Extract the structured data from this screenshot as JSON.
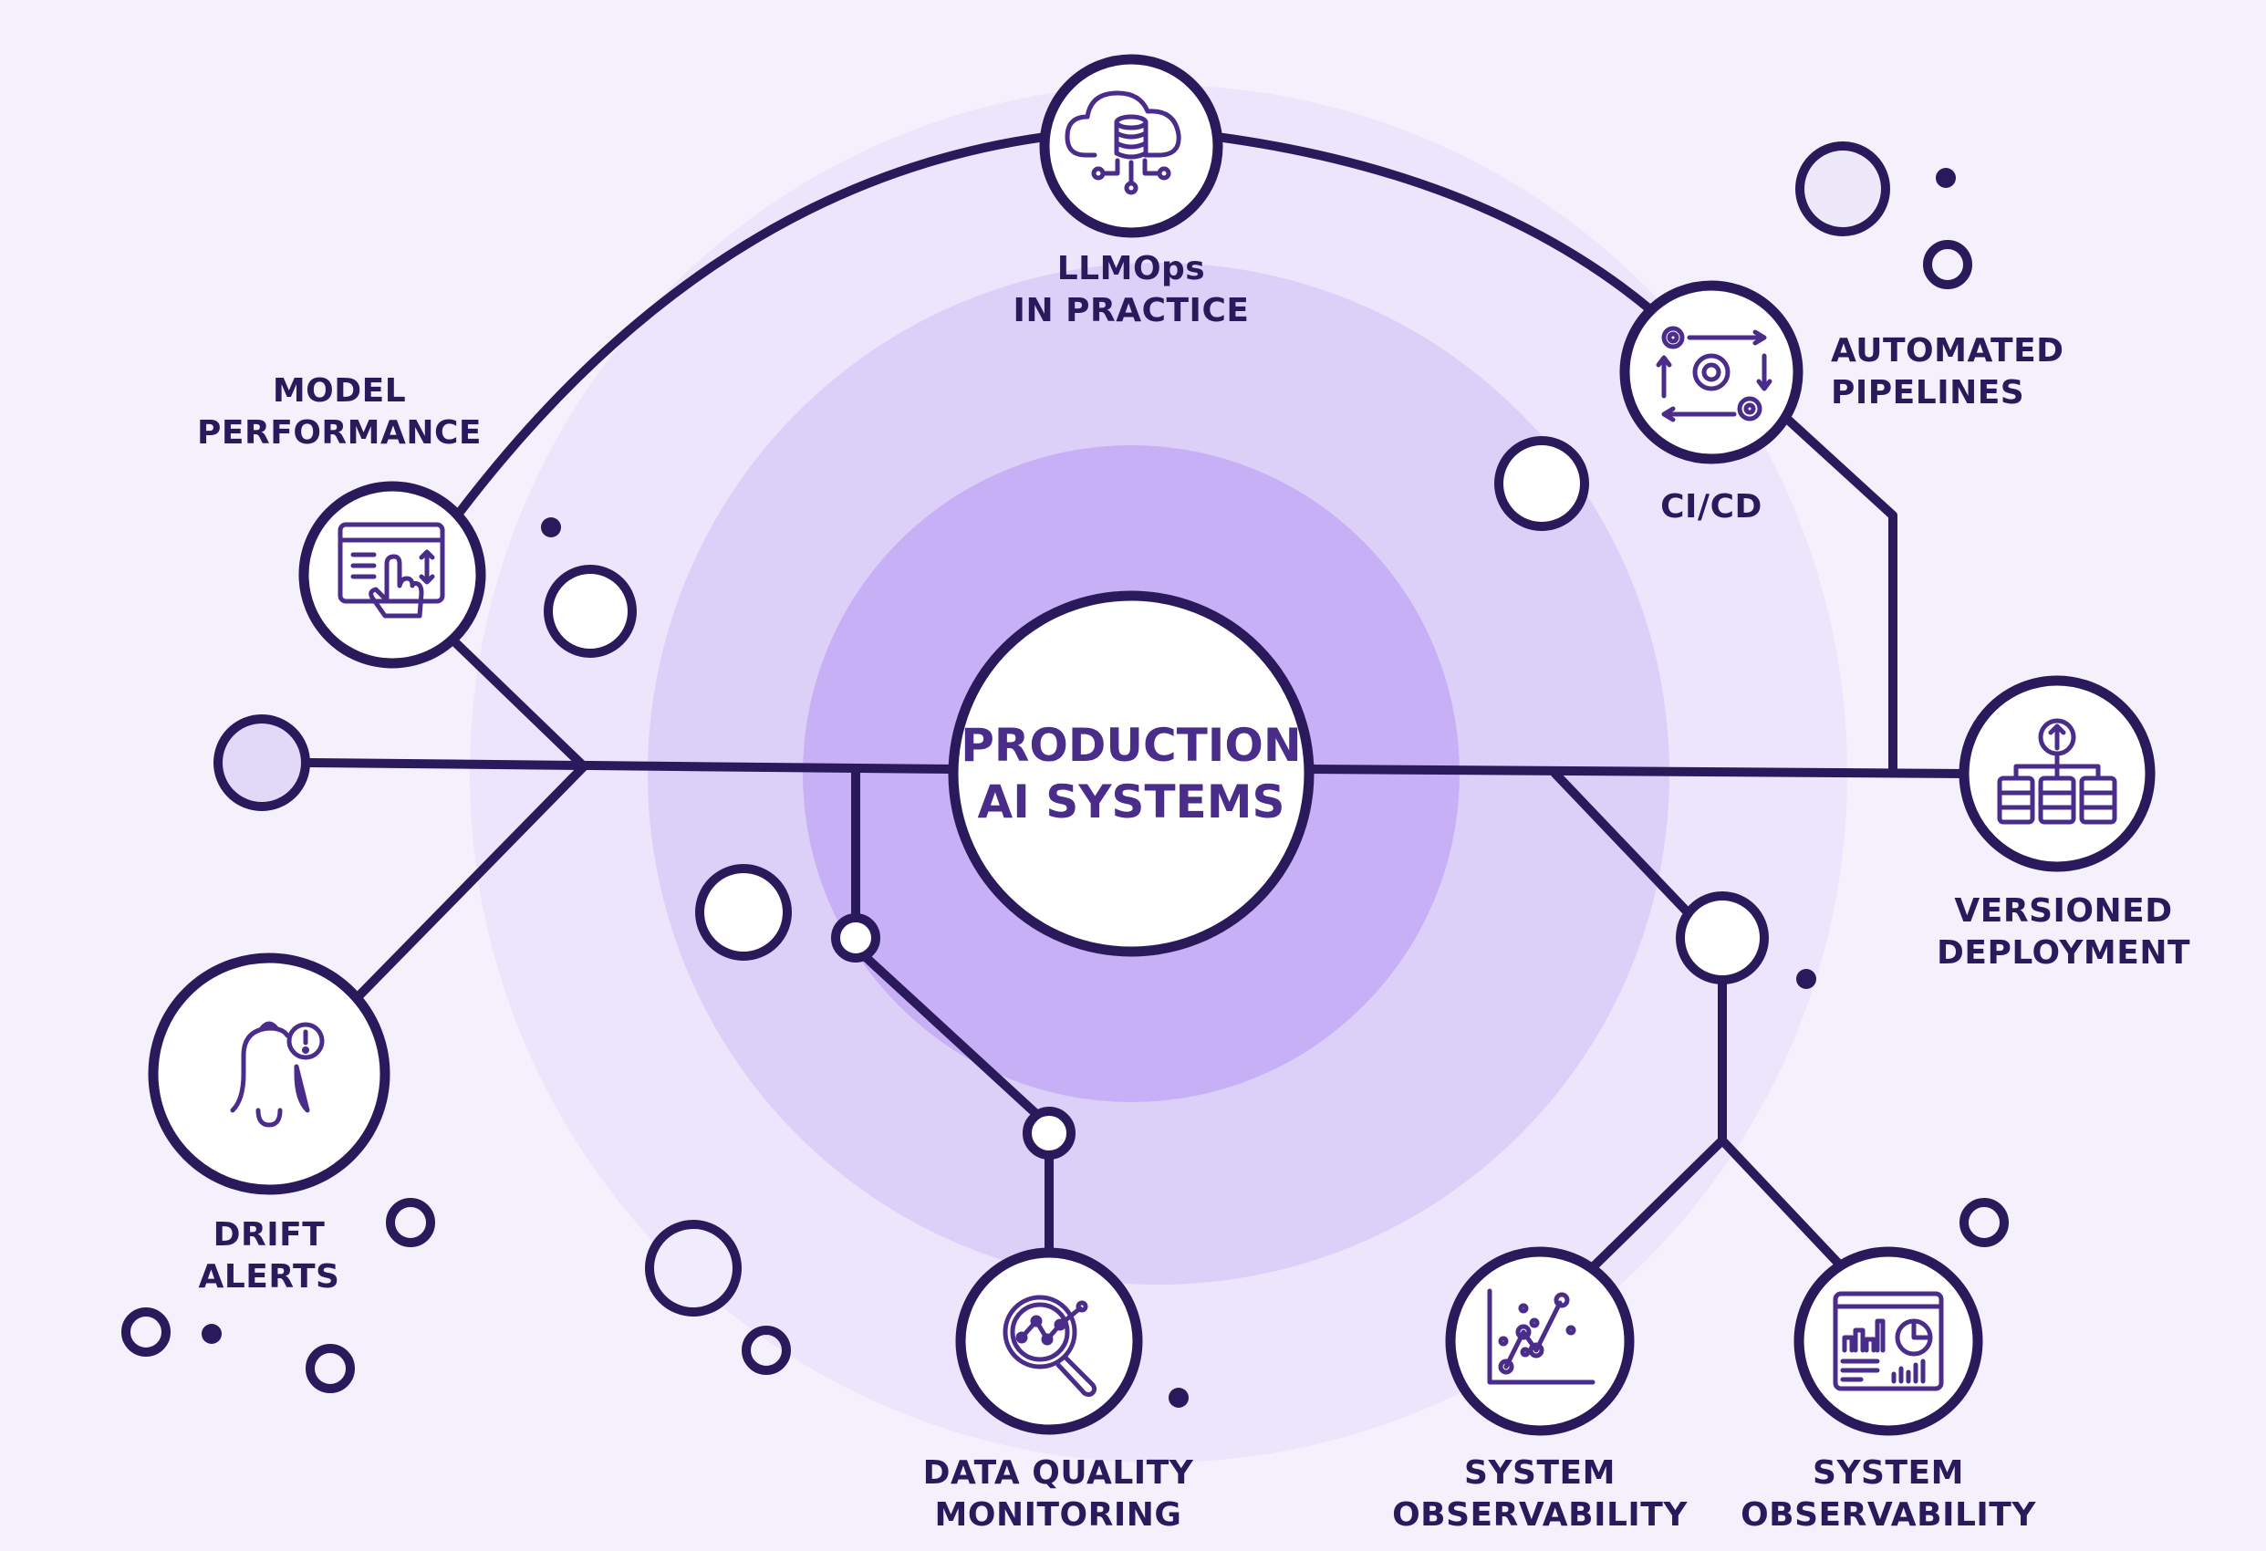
{
  "diagram": {
    "title": "PRODUCTION AI SYSTEMS",
    "hub": {
      "line1": "PRODUCTION",
      "line2": "AI SYSTEMS"
    },
    "colors": {
      "background": "#f4f0fc",
      "ring_outer": "#ece5fb",
      "ring_middle": "#ddd0f8",
      "ring_inner": "#c8b0f6",
      "stroke": "#2a1a5c",
      "icon": "#4a2c8a",
      "node_fill": "#ffffff",
      "text": "#2a1a5c",
      "hub_text": "#4a2c8a"
    },
    "nodes": [
      {
        "id": "llmops",
        "icon": "cloud-database-icon",
        "label_lines": [
          "LLMOps",
          "IN PRACTICE"
        ]
      },
      {
        "id": "cicd",
        "icon": "gear-pipeline-icon",
        "label_lines": [
          "CI/CD"
        ],
        "side_label_lines": [
          "AUTOMATED",
          "PIPELINES"
        ]
      },
      {
        "id": "model-performance",
        "icon": "browser-touch-icon",
        "label_lines": [
          "MODEL",
          "PERFORMANCE"
        ]
      },
      {
        "id": "versioned-deployment",
        "icon": "server-deploy-icon",
        "label_lines": [
          "VERSIONED",
          "DEPLOYMENT"
        ]
      },
      {
        "id": "drift-alerts",
        "icon": "bell-alert-icon",
        "label_lines": [
          "DRIFT",
          "ALERTS"
        ]
      },
      {
        "id": "data-quality",
        "icon": "magnifier-chart-icon",
        "label_lines": [
          "DATA QUALITY",
          "MONITORING"
        ]
      },
      {
        "id": "system-observability-1",
        "icon": "scatter-chart-icon",
        "label_lines": [
          "SYSTEM",
          "OBSERVABILITY"
        ]
      },
      {
        "id": "system-observability-2",
        "icon": "dashboard-icon",
        "label_lines": [
          "SYSTEM",
          "OBSERVABILITY"
        ]
      }
    ]
  }
}
